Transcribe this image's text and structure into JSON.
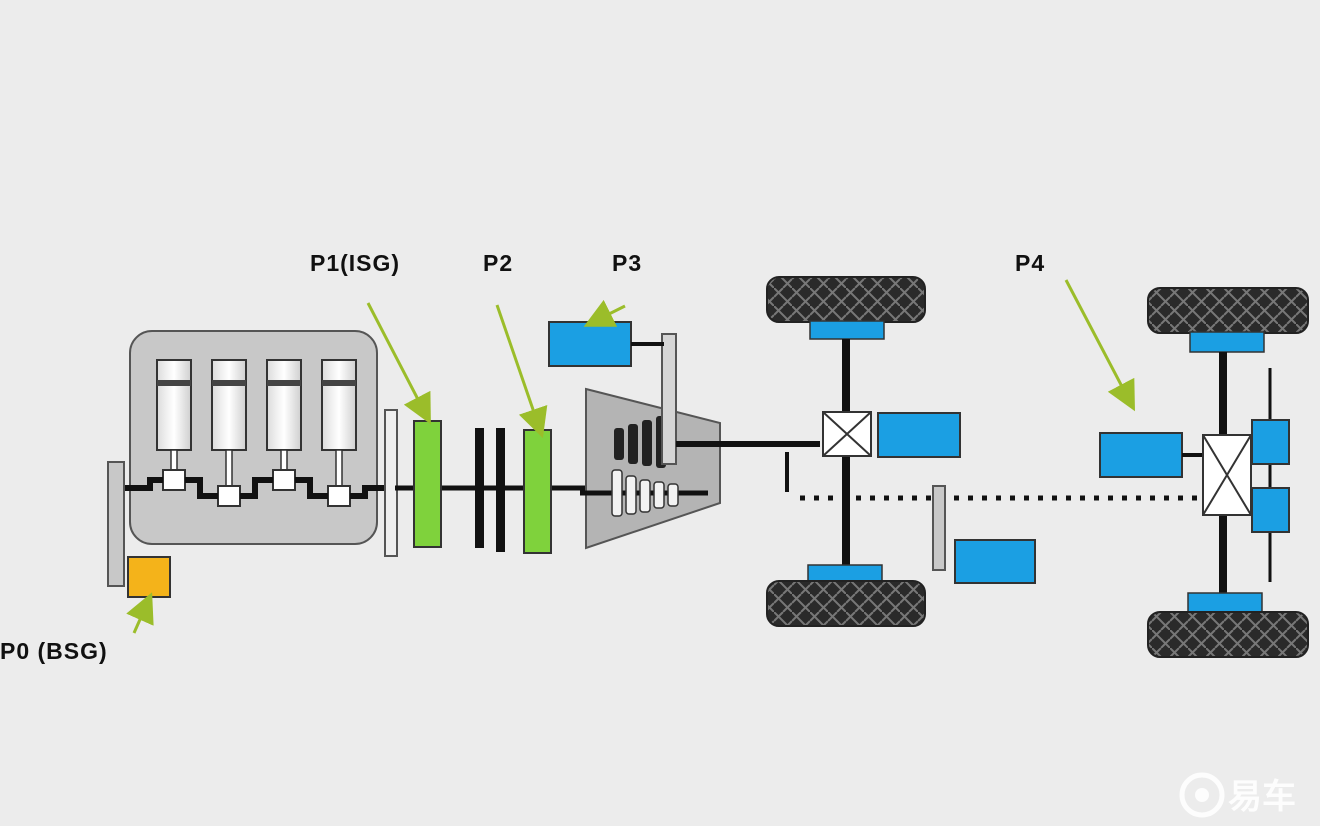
{
  "labels": {
    "p0": "P0 (BSG)",
    "p1": "P1(ISG)",
    "p2": "P2",
    "p3": "P3",
    "p4": "P4"
  },
  "watermark": {
    "text": "易车",
    "icon": "yiche-logo-icon"
  },
  "colors": {
    "background": "#ececec",
    "p0_motor": "#f4b31a",
    "p1_p2_motor": "#7fd23c",
    "electric_motor": "#1b9fe3",
    "arrow": "#9bbd2a",
    "engine_block": "#c8c8c8",
    "shaft": "#111111"
  }
}
